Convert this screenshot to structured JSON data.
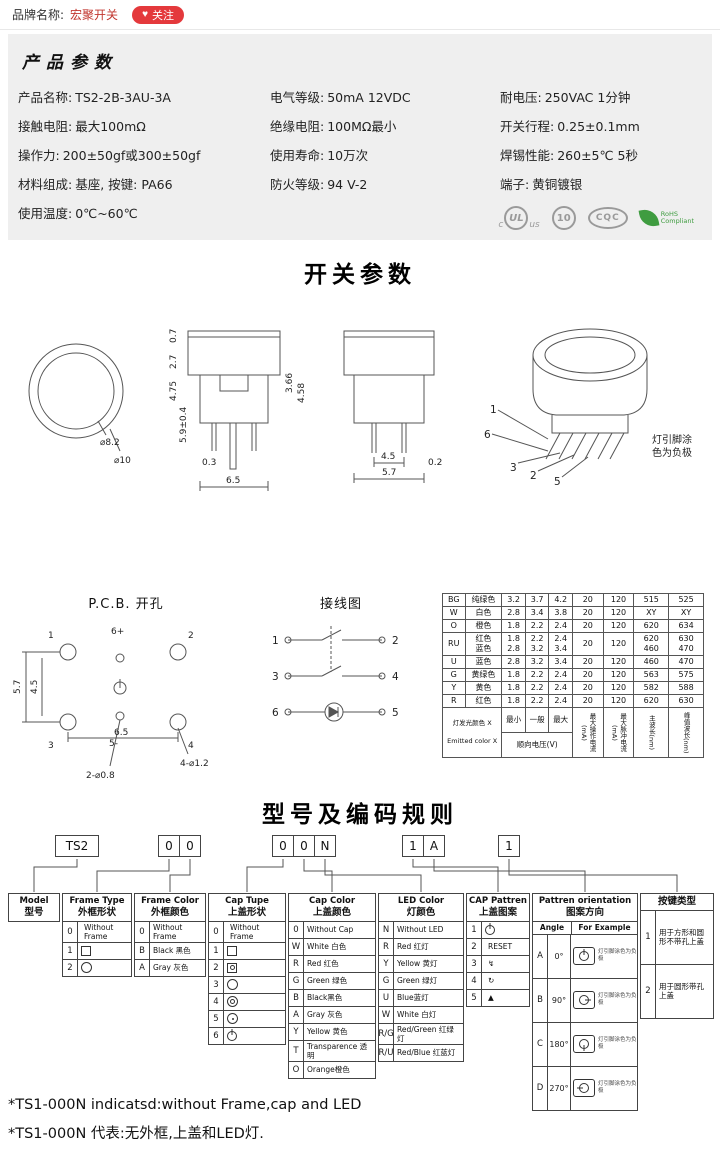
{
  "header": {
    "brand_label": "品牌名称:",
    "brand_name": "宏聚开关",
    "follow_icon": "♥",
    "follow_label": "关注"
  },
  "product": {
    "title": "产品参数",
    "cells": [
      {
        "label": "产品名称:",
        "value": "TS2-2B-3AU-3A"
      },
      {
        "label": "电气等级:",
        "value": "50mA  12VDC"
      },
      {
        "label": "耐电压:",
        "value": "250VAC  1分钟"
      },
      {
        "label": "接触电阻:",
        "value": "最大100mΩ"
      },
      {
        "label": "绝缘电阻:",
        "value": "100MΩ最小"
      },
      {
        "label": "开关行程:",
        "value": "0.25±0.1mm"
      },
      {
        "label": "操作力:",
        "value": "200±50gf或300±50gf"
      },
      {
        "label": "使用寿命:",
        "value": "10万次"
      },
      {
        "label": "焊锡性能:",
        "value": "260±5℃  5秒"
      },
      {
        "label": "材料组成:",
        "value": "基座, 按键: PA66"
      },
      {
        "label": "防火等级:",
        "value": "94  V-2"
      },
      {
        "label": "端子:",
        "value": "黄铜镀银"
      },
      {
        "label": "使用温度:",
        "value": "0℃~60℃"
      }
    ],
    "certs": {
      "ul_c": "c",
      "ul": "UL",
      "ul_us": "us",
      "rohs10": "10",
      "cqc": "CQC",
      "leaf1": "RoHS",
      "leaf2": "Compliant"
    }
  },
  "sections": {
    "switch_title": "开关参数",
    "coding_title": "型号及编码规则"
  },
  "drawings": {
    "circle": {
      "inner": "⌀8.2",
      "outer": "⌀10"
    },
    "front": {
      "d07": "0.7",
      "d27": "2.7",
      "d475": "4.75",
      "d59": "5.9±0.4",
      "d366": "3.66",
      "d458": "4.58",
      "d03": "0.3",
      "d65": "6.5"
    },
    "side": {
      "d45": "4.5",
      "d57": "5.7",
      "d02": "0.2"
    },
    "persp": {
      "p1": "1",
      "p6": "6",
      "p3": "3",
      "p2": "2",
      "p5": "5",
      "note1": "灯引脚涂",
      "note2": "色为负极"
    }
  },
  "pcb": {
    "title": "P.C.B.  开孔",
    "p1": "1",
    "p2": "2",
    "p3": "3",
    "p4": "4",
    "p5": "5-",
    "p6": "6+",
    "d57": "5.7",
    "d45": "4.5",
    "d65": "6.5",
    "hole_big": "4-⌀1.2",
    "hole_small": "2-⌀0.8"
  },
  "wiring": {
    "title": "接线图",
    "p1": "1",
    "p2": "2",
    "p3": "3",
    "p4": "4",
    "p5": "5",
    "p6": "6"
  },
  "led_table": {
    "rows": [
      [
        "BG",
        "纯绿色",
        "3.2",
        "3.7",
        "4.2",
        "20",
        "120",
        "515",
        "525"
      ],
      [
        "W",
        "白色",
        "2.8",
        "3.4",
        "3.8",
        "20",
        "120",
        "XY",
        "XY"
      ],
      [
        "O",
        "橙色",
        "1.8",
        "2.2",
        "2.4",
        "20",
        "120",
        "620",
        "634"
      ],
      [
        "RU",
        "红色\n蓝色",
        "1.8\n2.8",
        "2.2\n3.2",
        "2.4\n3.4",
        "20",
        "120",
        "620\n460",
        "630\n470"
      ],
      [
        "U",
        "蓝色",
        "2.8",
        "3.2",
        "3.4",
        "20",
        "120",
        "460",
        "470"
      ],
      [
        "G",
        "黄绿色",
        "1.8",
        "2.2",
        "2.4",
        "20",
        "120",
        "563",
        "575"
      ],
      [
        "Y",
        "黄色",
        "1.8",
        "2.2",
        "2.4",
        "20",
        "120",
        "582",
        "588"
      ],
      [
        "R",
        "红色",
        "1.8",
        "2.2",
        "2.4",
        "20",
        "120",
        "620",
        "630"
      ]
    ],
    "footer": {
      "left1": "灯发光颜色 X",
      "left2": "Emitted color X",
      "min": "最小",
      "typ": "一般",
      "max": "最大",
      "vf": "顺向电压(V)",
      "iop": "最大操作电流(mA)",
      "ipk": "最大脉冲电流(mA)",
      "wd": "主波长(nm)",
      "wp": "峰值波长(nm)"
    }
  },
  "coding": {
    "code_boxes": [
      "TS2",
      "0",
      "0",
      "0",
      "0",
      "N",
      "1",
      "A",
      "1"
    ],
    "model": {
      "en": "Model",
      "cn": "型号"
    },
    "frame_type": {
      "en": "Frame Type",
      "cn": "外框形状",
      "rows": [
        {
          "code": "0",
          "text": "Without Frame"
        },
        {
          "code": "1",
          "icon": "square"
        },
        {
          "code": "2",
          "icon": "circle"
        }
      ]
    },
    "frame_color": {
      "en": "Frame Color",
      "cn": "外框颜色",
      "rows": [
        {
          "code": "0",
          "text": "Without Frame"
        },
        {
          "code": "B",
          "text": "Black 黑色"
        },
        {
          "code": "A",
          "text": "Gray 灰色"
        }
      ]
    },
    "cap_type": {
      "en": "Cap Tupe",
      "cn": "上盖形状",
      "rows": [
        {
          "code": "0",
          "text": "Without Frame"
        },
        {
          "code": "1",
          "icon": "square"
        },
        {
          "code": "2",
          "icon": "square-ring"
        },
        {
          "code": "3",
          "icon": "circle"
        },
        {
          "code": "4",
          "icon": "circle-ring"
        },
        {
          "code": "5",
          "icon": "circle-dot"
        },
        {
          "code": "6",
          "icon": "power"
        }
      ]
    },
    "cap_color": {
      "en": "Cap Color",
      "cn": "上盖颜色",
      "rows": [
        {
          "code": "0",
          "text": "Without Cap"
        },
        {
          "code": "W",
          "text": "White 白色"
        },
        {
          "code": "R",
          "text": "Red  红色"
        },
        {
          "code": "G",
          "text": "Green 绿色"
        },
        {
          "code": "B",
          "text": "Black黑色"
        },
        {
          "code": "A",
          "text": "Gray 灰色"
        },
        {
          "code": "Y",
          "text": "Yellow 黄色"
        },
        {
          "code": "T",
          "text": "Transparence 透明"
        },
        {
          "code": "O",
          "text": "Orange橙色"
        }
      ]
    },
    "led_color": {
      "en": "LED Color",
      "cn": "灯颜色",
      "rows": [
        {
          "code": "N",
          "text": "Without LED"
        },
        {
          "code": "R",
          "text": "Red 红灯"
        },
        {
          "code": "Y",
          "text": "Yellow 黄灯"
        },
        {
          "code": "G",
          "text": "Green 绿灯"
        },
        {
          "code": "U",
          "text": "Blue蓝灯"
        },
        {
          "code": "W",
          "text": "White 白灯"
        },
        {
          "code": "R/G",
          "text": "Red/Green 红绿灯"
        },
        {
          "code": "R/U",
          "text": "Red/Blue 红蓝灯"
        }
      ]
    },
    "cap_pattern": {
      "en": "CAP Pattren",
      "cn": "上盖图案",
      "rows": [
        {
          "code": "1",
          "icon": "power"
        },
        {
          "code": "2",
          "text": "RESET"
        },
        {
          "code": "3",
          "text": "↯"
        },
        {
          "code": "4",
          "text": "↻"
        },
        {
          "code": "5",
          "text": "▲"
        }
      ]
    },
    "orientation": {
      "en": "Pattren orientation",
      "cn": "图案方向",
      "col1": "Angle",
      "col2": "For Example",
      "example_note": "灯引脚涂色为负极",
      "rows": [
        {
          "code": "A",
          "angle": "0°"
        },
        {
          "code": "B",
          "angle": "90°"
        },
        {
          "code": "C",
          "angle": "180°"
        },
        {
          "code": "D",
          "angle": "270°"
        }
      ]
    },
    "key_type": {
      "cn": "按键类型",
      "rows": [
        {
          "code": "1",
          "text": "用于方形和圆形不带孔上盖"
        },
        {
          "code": "2",
          "text": "用于圆形带孔上盖"
        }
      ]
    },
    "notes": [
      "*TS1-000N indicatsd:without Frame,cap and LED",
      "*TS1-000N 代表:无外框,上盖和LED灯."
    ]
  }
}
